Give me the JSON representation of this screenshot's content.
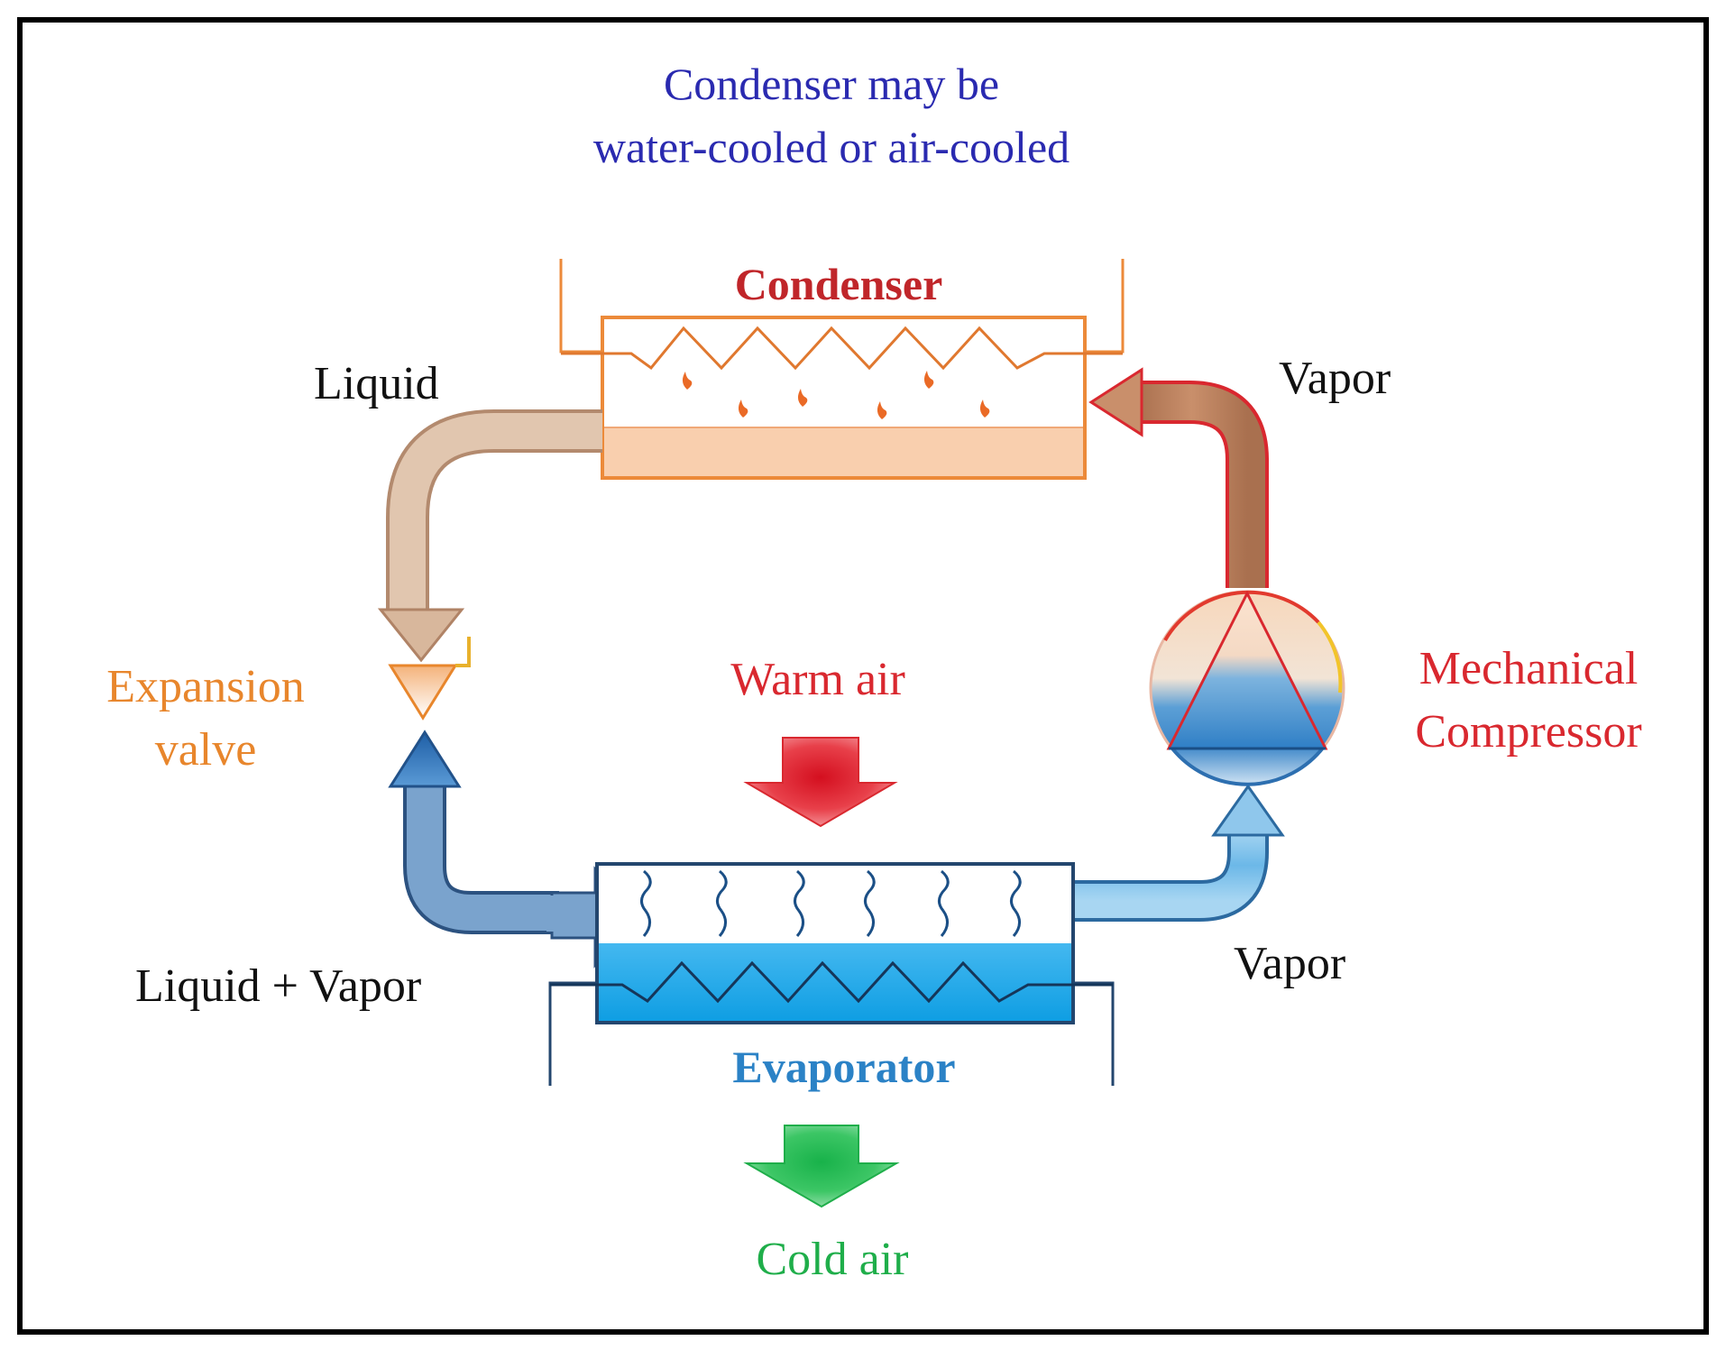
{
  "diagram": {
    "note_line1": "Condenser may be",
    "note_line2": "water-cooled or air-cooled",
    "condenser_label": "Condenser",
    "evaporator_label": "Evaporator",
    "liquid_label": "Liquid",
    "vapor_top_label": "Vapor",
    "vapor_bottom_label": "Vapor",
    "expansion_line1": "Expansion",
    "expansion_line2": "valve",
    "compressor_line1": "Mechanical",
    "compressor_line2": "Compressor",
    "liquid_vapor_label": "Liquid + Vapor",
    "warm_air_label": "Warm air",
    "cold_air_label": "Cold air"
  },
  "colors": {
    "note": "#2a2ab0",
    "condenser_label": "#c0262a",
    "evaporator_label": "#2b82c6",
    "expansion": "#e8862c",
    "compressor": "#d9282f",
    "warm_air": "#d9282f",
    "cold_air": "#1fae4a",
    "black_text": "#111111",
    "orange_outline": "#ec8a3a",
    "blue_outline": "#23466e"
  }
}
